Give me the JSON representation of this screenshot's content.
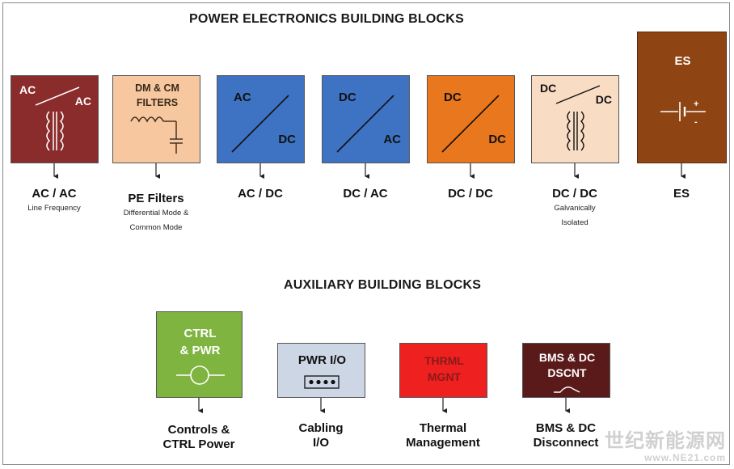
{
  "titles": {
    "main": "POWER ELECTRONICS BUILDING BLOCKS",
    "auxiliary": "AUXILIARY BUILDING BLOCKS"
  },
  "colors": {
    "ac_ac": "#8b2c2c",
    "pe_filters": "#f7c7a0",
    "ac_dc": "#3e72c2",
    "dc_ac": "#3e72c2",
    "dc_dc": "#e8771d",
    "dc_dc_iso": "#f9dcc4",
    "es": "#8f4414",
    "ctrl_pwr": "#7fb440",
    "pwr_io": "#cdd6e4",
    "thermal": "#ef2020",
    "bms": "#5b1a1a"
  },
  "blocks": {
    "ac_ac": {
      "top": "AC",
      "bottom": "AC"
    },
    "pe_filters": {
      "line1": "DM & CM",
      "line2": "FILTERS"
    },
    "ac_dc": {
      "top": "AC",
      "bottom": "DC"
    },
    "dc_ac": {
      "top": "DC",
      "bottom": "AC"
    },
    "dc_dc": {
      "top": "DC",
      "bottom": "DC"
    },
    "dc_dc_iso": {
      "top": "DC",
      "bottom": "DC"
    },
    "es": {
      "title": "ES",
      "plus": "+",
      "minus": "-"
    },
    "ctrl_pwr": {
      "line1": "CTRL",
      "line2": "& PWR"
    },
    "pwr_io": {
      "title": "PWR I/O"
    },
    "thermal": {
      "line1": "THRML",
      "line2": "MGNT"
    },
    "bms": {
      "line1": "BMS & DC",
      "line2": "DSCNT"
    }
  },
  "labels": {
    "ac_ac": {
      "main": "AC / AC",
      "sub1": "Line Frequency"
    },
    "pe_filters": {
      "main": "PE Filters",
      "sub1": "Differential Mode &",
      "sub2": "Common Mode"
    },
    "ac_dc": {
      "main": "AC / DC"
    },
    "dc_ac": {
      "main": "DC / AC"
    },
    "dc_dc": {
      "main": "DC / DC"
    },
    "dc_dc_iso": {
      "main": "DC / DC",
      "sub1": "Galvanically",
      "sub2": "Isolated"
    },
    "es": {
      "main": "ES"
    },
    "ctrl_pwr": {
      "main1": "Controls &",
      "main2": "CTRL Power"
    },
    "pwr_io": {
      "main1": "Cabling",
      "main2": "I/O"
    },
    "thermal": {
      "main1": "Thermal",
      "main2": "Management"
    },
    "bms": {
      "main1": "BMS & DC",
      "main2": "Disconnect"
    }
  },
  "watermark": {
    "text": "世纪新能源网",
    "sub": "www.NE21.com"
  }
}
